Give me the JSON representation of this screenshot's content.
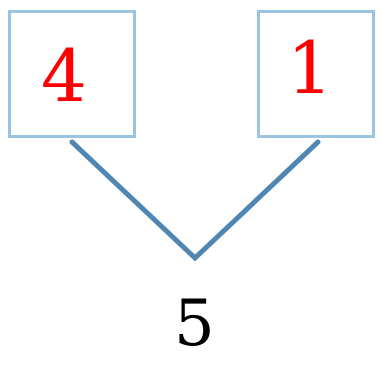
{
  "diagram": {
    "left_value": "4",
    "right_value": "1",
    "total_value": "5"
  },
  "colors": {
    "box_border": "#9ac4df",
    "connector": "#4f86b2",
    "part_text": "#ff0000",
    "total_text": "#000000"
  }
}
